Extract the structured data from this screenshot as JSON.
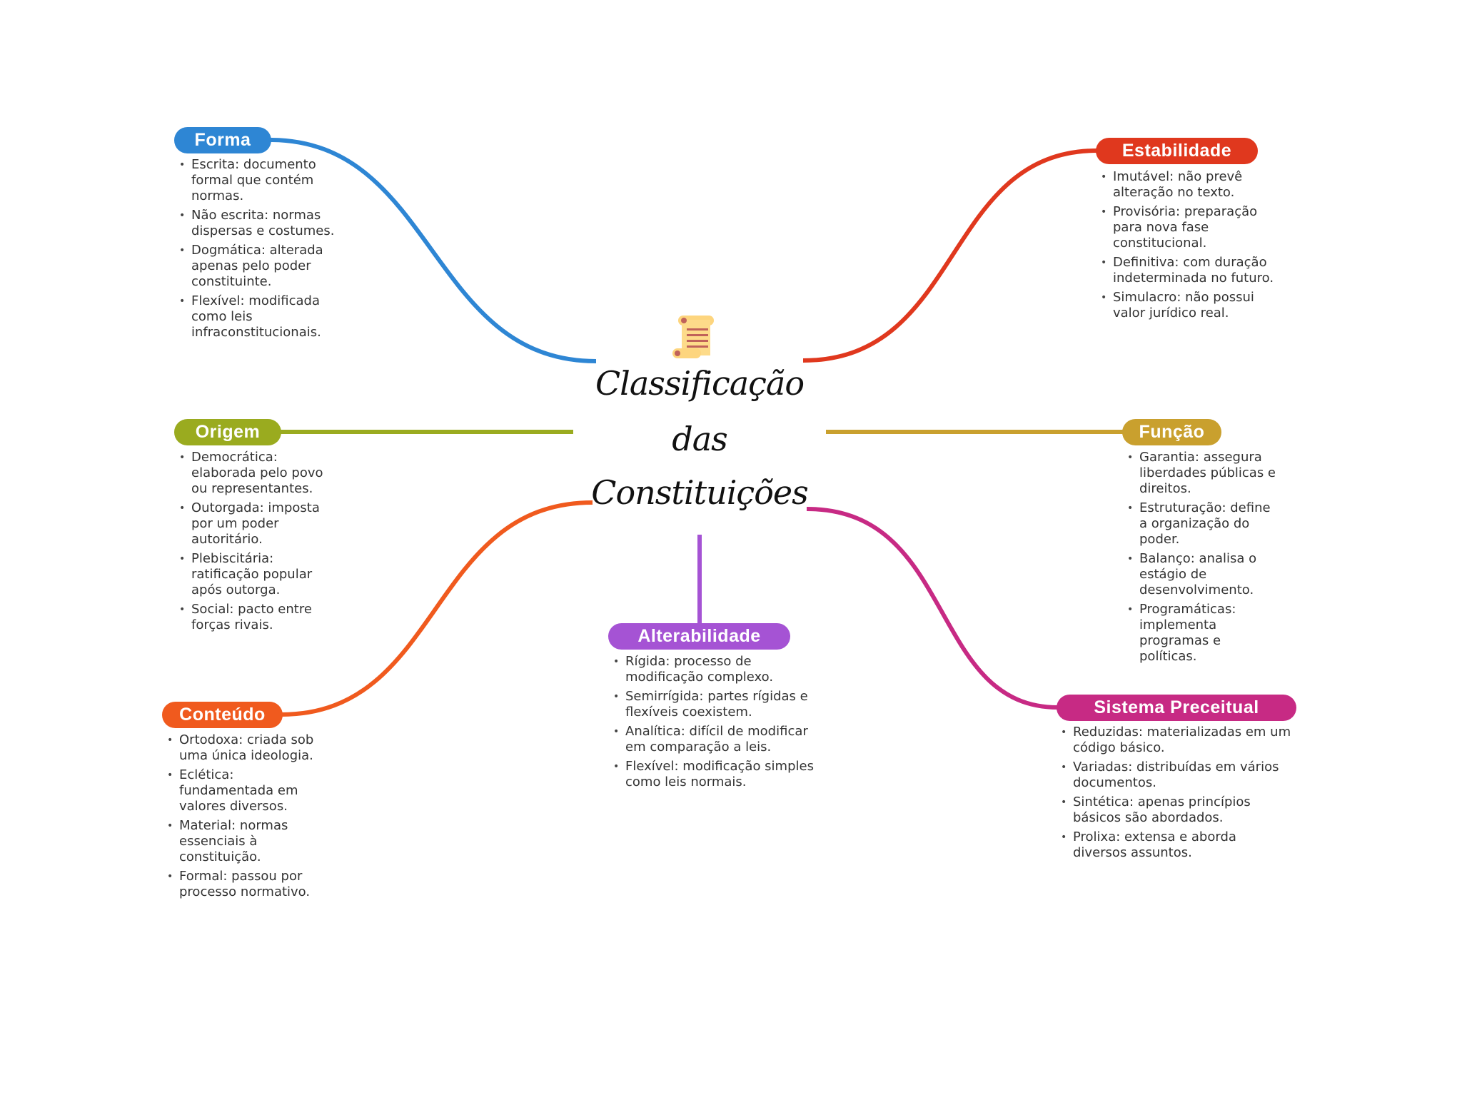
{
  "title": {
    "line1": "Classificação",
    "line2": "das",
    "line3": "Constituições",
    "icon": "scroll-icon"
  },
  "colors": {
    "forma": "#2e86d4",
    "origem": "#9aab1f",
    "conteudo": "#f05a1e",
    "estabilidade": "#e0381e",
    "funcao": "#c9a02e",
    "sistema": "#c72a84",
    "alterabilidade": "#a553d4"
  },
  "branches": {
    "forma": {
      "label": "Forma",
      "items": [
        "Escrita: documento formal que contém normas.",
        "Não escrita: normas dispersas e costumes.",
        "Dogmática: alterada apenas pelo poder constituinte.",
        "Flexível: modificada como leis infraconstitucionais."
      ]
    },
    "origem": {
      "label": "Origem",
      "items": [
        "Democrática: elaborada pelo povo ou representantes.",
        "Outorgada: imposta por um poder autoritário.",
        "Plebiscitária: ratificação popular após outorga.",
        "Social: pacto entre forças rivais."
      ]
    },
    "conteudo": {
      "label": "Conteúdo",
      "items": [
        "Ortodoxa: criada sob uma única ideologia.",
        "Eclética: fundamentada em valores diversos.",
        "Material: normas essenciais à constituição.",
        "Formal: passou por processo normativo."
      ]
    },
    "estabilidade": {
      "label": "Estabilidade",
      "items": [
        "Imutável: não prevê alteração no texto.",
        "Provisória: preparação para nova fase constitucional.",
        "Definitiva: com duração indeterminada no futuro.",
        "Simulacro: não possui valor jurídico real."
      ]
    },
    "funcao": {
      "label": "Função",
      "items": [
        "Garantia: assegura liberdades públicas e direitos.",
        "Estruturação: define a organização do poder.",
        "Balanço: analisa o estágio de desenvolvimento.",
        "Programáticas: implementa programas e políticas."
      ]
    },
    "sistema": {
      "label": "Sistema Preceitual",
      "items": [
        "Reduzidas: materializadas em um código básico.",
        "Variadas: distribuídas em vários documentos.",
        "Sintética: apenas princípios básicos são abordados.",
        "Prolixa: extensa e aborda diversos assuntos."
      ]
    },
    "alterabilidade": {
      "label": "Alterabilidade",
      "items": [
        "Rígida: processo de modificação complexo.",
        "Semirrígida: partes rígidas e flexíveis coexistem.",
        "Analítica: difícil de modificar em comparação a leis.",
        "Flexível: modificação simples como leis normais."
      ]
    }
  }
}
